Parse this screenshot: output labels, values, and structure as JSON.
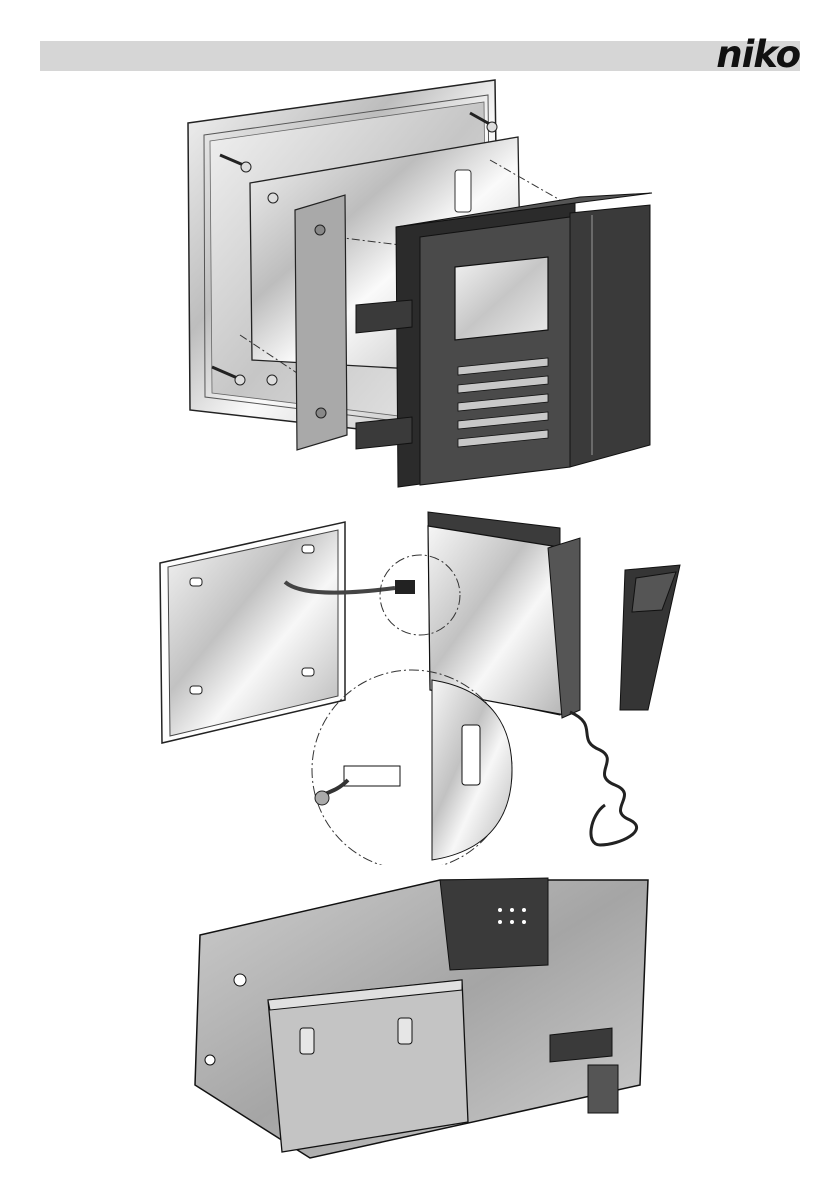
{
  "header": {
    "brand": "niko",
    "bar_color": "#d6d6d6"
  },
  "figures": [
    {
      "id": "top",
      "subject": "panel-wall-mount-exploded"
    },
    {
      "id": "middle",
      "subject": "handset-connector-detail"
    },
    {
      "id": "bottom",
      "subject": "panel-rear-bracket"
    }
  ]
}
